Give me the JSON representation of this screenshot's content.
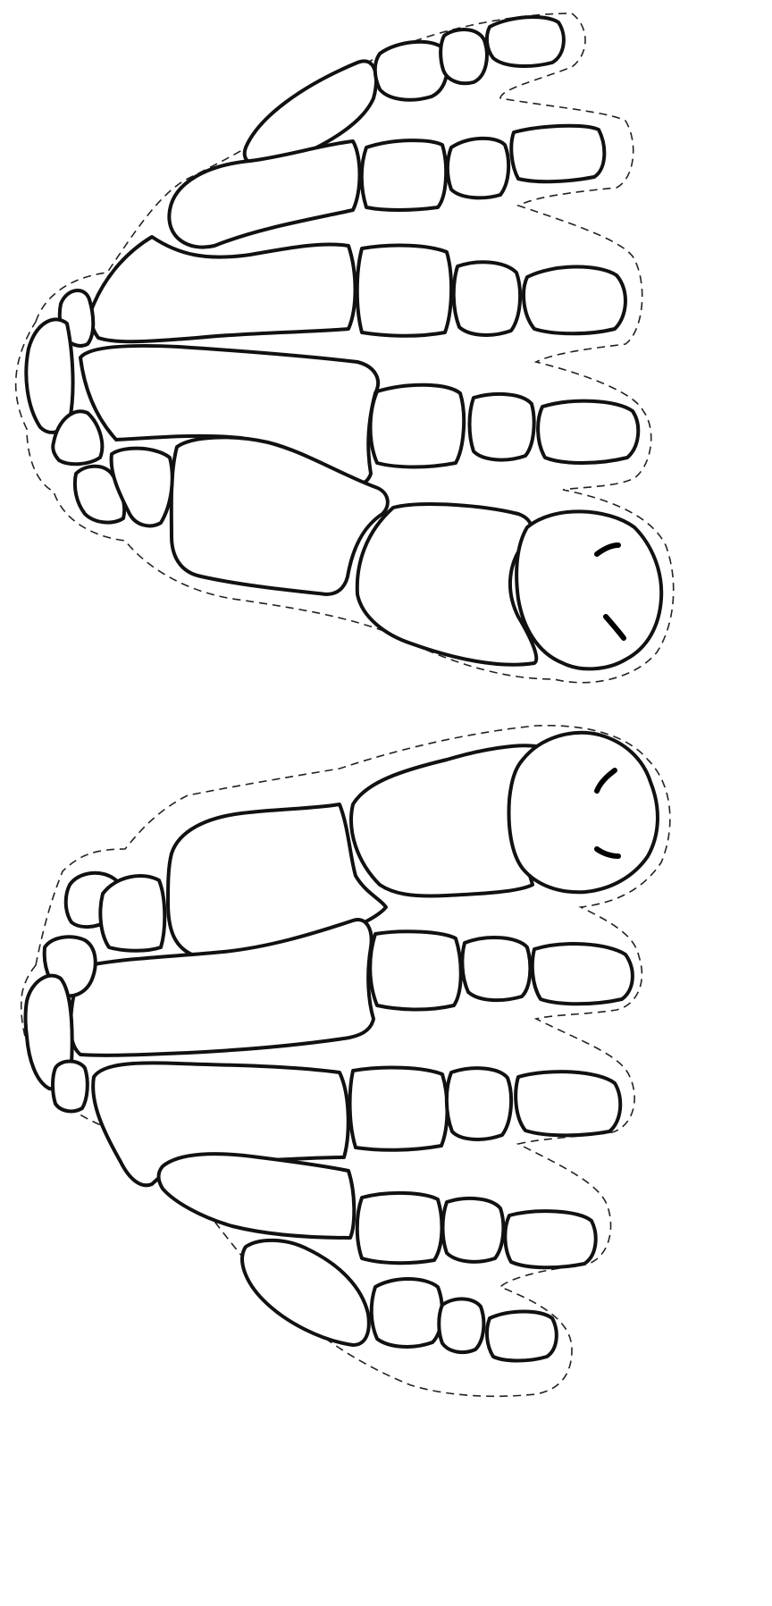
{
  "figure": {
    "kind": "skeletal-outline-diagram",
    "colors": {
      "background": "#ffffff",
      "stroke": "#111111"
    },
    "panels": [
      {
        "id": "upper",
        "rays": 5
      },
      {
        "id": "lower",
        "rays": 5
      }
    ]
  }
}
